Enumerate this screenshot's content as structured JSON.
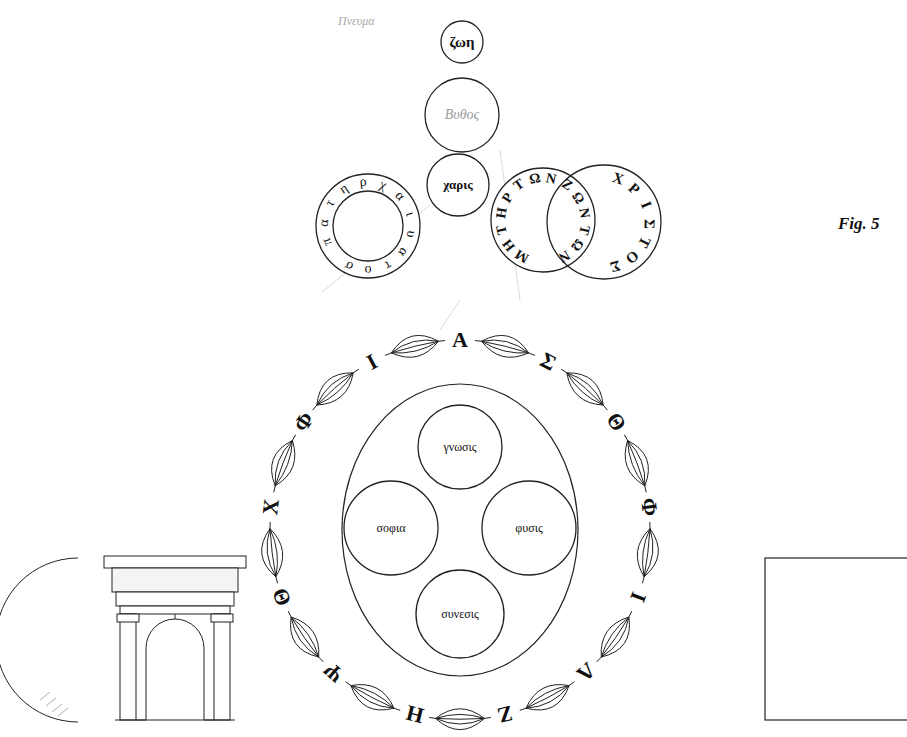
{
  "diagram": {
    "nodes": [
      {
        "text": [
          "ζωη"
        ]
      },
      {
        "text": [
          "Βυθος"
        ]
      },
      {
        "text": [
          "χαρις"
        ]
      },
      {
        "text": [
          "πατηρχαιυατοσ"
        ]
      },
      {
        "text": [
          "ΜΗΤΗΡΤΩΝΖΩΝΤΩΝ"
        ]
      },
      {
        "text": [
          "ΧΡΙΣΤΟΣ"
        ]
      },
      {
        "text": [
          "Α",
          "Σ",
          "Θ",
          "Φ",
          "Ι",
          "Λ",
          "Ζ",
          "Η",
          "Ψ",
          "Θ",
          "Χ",
          "Φ",
          "Ι"
        ]
      },
      {
        "text": [
          "γνωσις"
        ],
        "in": 6
      },
      {
        "text": [
          "σοφια"
        ],
        "in": 6
      },
      {
        "text": [
          "φυσις"
        ],
        "in": 6
      },
      {
        "text": [
          "συνεσις"
        ],
        "in": 6
      }
    ],
    "labels": [
      "Πνευμα",
      "Fig. 5"
    ]
  }
}
